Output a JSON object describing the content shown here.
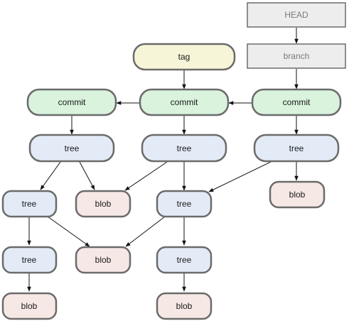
{
  "colors": {
    "stroke": "#6b6b6b",
    "text": "#1a1a1a",
    "ref_text": "#7a7a7a",
    "tag_fill": "#f7f5d7",
    "commit_fill": "#d9f3dd",
    "tree_fill": "#e3ebf7",
    "blob_fill": "#f6e8e5",
    "ref_fill": "#ededed",
    "edge": "#111111"
  },
  "nodes": {
    "head": "HEAD",
    "branch": "branch",
    "tag": "tag",
    "commit_1": "commit",
    "commit_2": "commit",
    "commit_3": "commit",
    "tree_1": "tree",
    "tree_2": "tree",
    "tree_3": "tree",
    "tree_1a": "tree",
    "tree_1a_sub": "tree",
    "tree_shared": "tree",
    "tree_shared_sub": "tree",
    "blob_1": "blob",
    "blob_shared": "blob",
    "blob_3": "blob",
    "blob_sub_1": "blob",
    "blob_sub_2": "blob"
  }
}
